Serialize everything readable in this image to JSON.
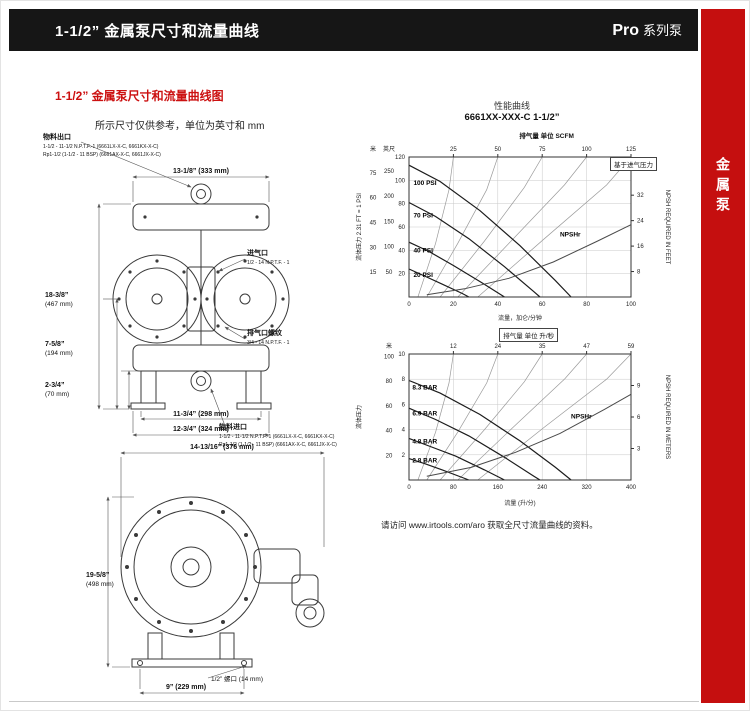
{
  "header": {
    "title": "1-1/2” 金属泵尺寸和流量曲线",
    "series_name": "Pro",
    "series_suffix": "系列泵"
  },
  "side_tab": {
    "label": "金属泵"
  },
  "content": {
    "section_heading": "1-1/2” 金属泵尺寸和流量曲线图",
    "units_note": "所示尺寸仅供参考，单位为英寸和 mm",
    "footer_prefix": "请访问 ",
    "footer_url": "www.irtools.com/aro",
    "footer_suffix": " 获取全尺寸流量曲线的资料。"
  },
  "drawing_front": {
    "outlet_title": "物料出口",
    "outlet_spec1": "1-1/2 - 11-1/2 N.P.T.F.-1 (6661LX-X-C, 6661KX-X-C)",
    "outlet_spec2": "Rp1-1/2 (1-1/2 - 11 BSP) (6661AX-X-C, 6661JX-X-C)",
    "air_inlet_title": "进气口",
    "air_inlet_spec": "1/2 - 14 N.P.T.F. - 1",
    "exhaust_title": "排气口螺纹",
    "exhaust_spec": "3/4 - 14 N.P.T.F. - 1",
    "inlet_title": "物料进口",
    "inlet_spec1": "1-1/2 - 11-1/2 N.P.T.F.-1 (6661LX-X-C, 6661KX-X-C)",
    "inlet_spec2": "Rp1-1/2 (1-1/2 - 11 BSP) (6661AX-X-C, 6661JX-X-C)",
    "dim_width": "13-1/8” (333 mm)",
    "dim_height_1": "18-3/8”",
    "dim_height_1b": "(467 mm)",
    "dim_height_2": "7-5/8”",
    "dim_height_2b": "(194 mm)",
    "dim_height_3": "2-3/4”",
    "dim_height_3b": "(70 mm)",
    "dim_bottom_1": "11-3/4” (298 mm)",
    "dim_bottom_2": "12-3/4” (324 mm)"
  },
  "drawing_bottom": {
    "dim_width": "14-13/16” (376 mm)",
    "dim_height": "19-5/8”",
    "dim_height_b": "(498 mm)",
    "dim_thread": "1/2” 螺口 (14 mm)",
    "dim_base": "9” (229 mm)"
  },
  "chart_data": [
    {
      "type": "line",
      "suptitle": "性能曲线",
      "title": "6661XX-XXX-C  1-1/2”",
      "top_label": "排气量  单位  SCFM",
      "top_label_boxed": false,
      "note": "基于进气压力",
      "x": {
        "min": 0,
        "max": 100,
        "ticks": [
          0,
          20,
          40,
          60,
          80,
          100
        ],
        "label": "流量，加仑/分钟"
      },
      "y": {
        "min": 0,
        "max": 120,
        "ticks": [
          20,
          40,
          60,
          80,
          100,
          120
        ],
        "label": "流体压力 2.31 FT = 1 PSI"
      },
      "y2": {
        "min": 0,
        "max": 44,
        "ticks": [
          8,
          16,
          24,
          32
        ],
        "label": "NPSH REQUIRED IN FEET"
      },
      "left_cols": [
        {
          "header": "米",
          "ticks": [
            {
              "t": "15",
              "at": 21.3
            },
            {
              "t": "30",
              "at": 42.6
            },
            {
              "t": "45",
              "at": 63.9
            },
            {
              "t": "60",
              "at": 85.2
            },
            {
              "t": "75",
              "at": 106.5
            }
          ]
        },
        {
          "header": "英尺",
          "ticks": [
            {
              "t": "50",
              "at": 21.6
            },
            {
              "t": "100",
              "at": 43.3
            },
            {
              "t": "150",
              "at": 64.9
            },
            {
              "t": "200",
              "at": 86.6
            },
            {
              "t": "250",
              "at": 108.2
            }
          ]
        }
      ],
      "top_ticks": [
        {
          "t": "25",
          "at": 20
        },
        {
          "t": "50",
          "at": 40
        },
        {
          "t": "75",
          "at": 60
        },
        {
          "t": "100",
          "at": 80
        },
        {
          "t": "125",
          "at": 100
        }
      ],
      "air_lines": [
        [
          [
            4,
            0
          ],
          [
            12,
            46
          ],
          [
            18,
            92
          ],
          [
            20,
            120
          ]
        ],
        [
          [
            8,
            0
          ],
          [
            22,
            46
          ],
          [
            35,
            92
          ],
          [
            40,
            120
          ]
        ],
        [
          [
            14,
            0
          ],
          [
            34,
            48
          ],
          [
            52,
            94
          ],
          [
            60,
            120
          ]
        ],
        [
          [
            22,
            0
          ],
          [
            47,
            50
          ],
          [
            70,
            96
          ],
          [
            80,
            120
          ]
        ],
        [
          [
            31,
            0
          ],
          [
            61,
            50
          ],
          [
            89,
            96
          ],
          [
            100,
            120
          ]
        ]
      ],
      "series": [
        {
          "name": "100 PSI",
          "cls": "perf",
          "points": [
            [
              0,
              113
            ],
            [
              14,
              99
            ],
            [
              32,
              74
            ],
            [
              50,
              44
            ],
            [
              66,
              14
            ],
            [
              73,
              0
            ]
          ],
          "label_at": [
            2,
            96
          ]
        },
        {
          "name": "70 PSI",
          "cls": "perf",
          "points": [
            [
              0,
              81
            ],
            [
              12,
              69
            ],
            [
              27,
              50
            ],
            [
              43,
              26
            ],
            [
              56,
              5
            ],
            [
              59,
              0
            ]
          ],
          "label_at": [
            2,
            68
          ]
        },
        {
          "name": "40 PSI",
          "cls": "perf",
          "points": [
            [
              0,
              47
            ],
            [
              9,
              39
            ],
            [
              20,
              27
            ],
            [
              33,
              12
            ],
            [
              43,
              0
            ]
          ],
          "label_at": [
            2,
            38
          ]
        },
        {
          "name": "20 PSI",
          "cls": "perf",
          "points": [
            [
              0,
              24
            ],
            [
              7,
              18
            ],
            [
              15,
              11
            ],
            [
              24,
              3
            ],
            [
              27,
              0
            ]
          ],
          "label_at": [
            2,
            17
          ]
        },
        {
          "name": "NPSHr",
          "cls": "npsh",
          "points": [
            [
              8,
              2
            ],
            [
              25,
              7
            ],
            [
              45,
              16
            ],
            [
              65,
              30
            ],
            [
              85,
              48
            ],
            [
              100,
              62
            ]
          ],
          "label_at": [
            68,
            52
          ]
        }
      ]
    },
    {
      "type": "line",
      "suptitle": "",
      "title": "",
      "top_label": "排气量  单位  升/秒",
      "top_label_boxed": true,
      "note": "",
      "x": {
        "min": 0,
        "max": 400,
        "ticks": [
          0,
          80,
          160,
          240,
          320,
          400
        ],
        "label": "流量 (升/分)"
      },
      "y": {
        "min": 0,
        "max": 10,
        "ticks": [
          2,
          4,
          6,
          8,
          10
        ],
        "label": "流体压力"
      },
      "y2": {
        "min": 0,
        "max": 12,
        "ticks": [
          3,
          6,
          9
        ],
        "label": "NPSH REQUIRED IN METERS"
      },
      "left_cols": [
        {
          "header": "米",
          "ticks": [
            {
              "t": "20",
              "at": 1.96
            },
            {
              "t": "40",
              "at": 3.92
            },
            {
              "t": "60",
              "at": 5.88
            },
            {
              "t": "80",
              "at": 7.85
            },
            {
              "t": "100",
              "at": 9.81
            }
          ]
        }
      ],
      "top_ticks": [
        {
          "t": "12",
          "at": 80
        },
        {
          "t": "24",
          "at": 160
        },
        {
          "t": "35",
          "at": 240
        },
        {
          "t": "47",
          "at": 320
        },
        {
          "t": "59",
          "at": 400
        }
      ],
      "air_lines": [
        [
          [
            16,
            0
          ],
          [
            48,
            3.8
          ],
          [
            72,
            7.7
          ],
          [
            80,
            10
          ]
        ],
        [
          [
            32,
            0
          ],
          [
            88,
            3.8
          ],
          [
            140,
            7.7
          ],
          [
            160,
            10
          ]
        ],
        [
          [
            56,
            0
          ],
          [
            136,
            4.0
          ],
          [
            208,
            7.8
          ],
          [
            240,
            10
          ]
        ],
        [
          [
            88,
            0
          ],
          [
            188,
            4.2
          ],
          [
            280,
            8.0
          ],
          [
            320,
            10
          ]
        ],
        [
          [
            124,
            0
          ],
          [
            244,
            4.2
          ],
          [
            356,
            8.0
          ],
          [
            400,
            10
          ]
        ]
      ],
      "series": [
        {
          "name": "8.3 BAR",
          "cls": "perf",
          "points": [
            [
              0,
              7.9
            ],
            [
              56,
              6.9
            ],
            [
              128,
              5.2
            ],
            [
              200,
              3.1
            ],
            [
              264,
              1.0
            ],
            [
              292,
              0
            ]
          ],
          "label_at": [
            6,
            7.2
          ]
        },
        {
          "name": "6.9 BAR",
          "cls": "perf",
          "points": [
            [
              0,
              5.7
            ],
            [
              48,
              4.8
            ],
            [
              108,
              3.5
            ],
            [
              172,
              1.8
            ],
            [
              225,
              0.3
            ],
            [
              236,
              0
            ]
          ],
          "label_at": [
            6,
            5.1
          ]
        },
        {
          "name": "4.8 BAR",
          "cls": "perf",
          "points": [
            [
              0,
              3.3
            ],
            [
              36,
              2.7
            ],
            [
              84,
              1.9
            ],
            [
              136,
              0.8
            ],
            [
              172,
              0
            ]
          ],
          "label_at": [
            6,
            2.9
          ]
        },
        {
          "name": "2.8 BAR",
          "cls": "perf",
          "points": [
            [
              0,
              1.7
            ],
            [
              28,
              1.3
            ],
            [
              60,
              0.8
            ],
            [
              96,
              0.2
            ],
            [
              108,
              0
            ]
          ],
          "label_at": [
            6,
            1.4
          ]
        },
        {
          "name": "NPSHr",
          "cls": "npsh",
          "points": [
            [
              32,
              0.3
            ],
            [
              112,
              1.0
            ],
            [
              192,
              2.2
            ],
            [
              272,
              3.7
            ],
            [
              352,
              5.6
            ],
            [
              400,
              6.8
            ]
          ],
          "label_at": [
            292,
            4.9
          ]
        }
      ]
    }
  ]
}
